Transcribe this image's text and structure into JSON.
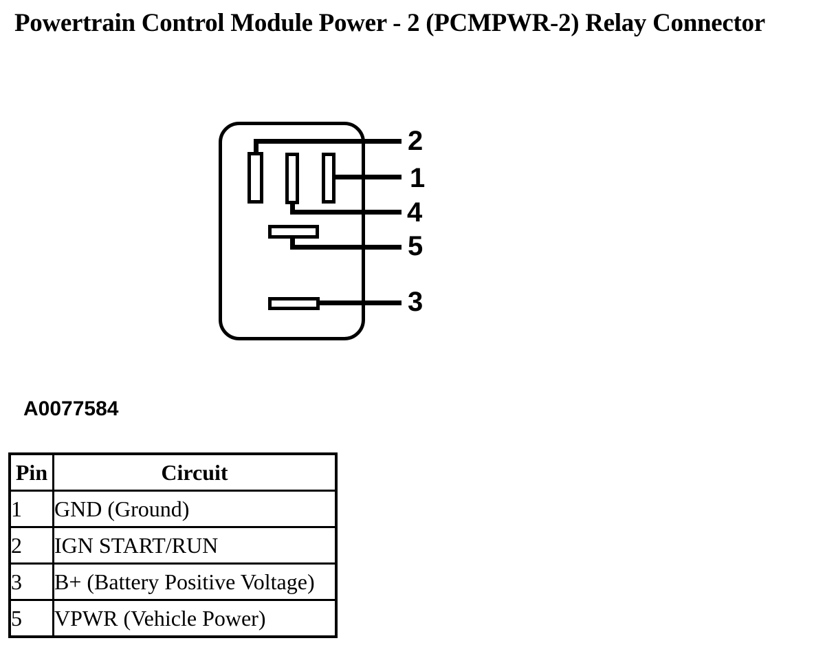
{
  "page": {
    "title": "Powertrain Control Module Power - 2 (PCMPWR-2) Relay Connector",
    "figure_label": "A0077584",
    "colors": {
      "foreground": "#000000",
      "background": "#ffffff"
    }
  },
  "diagram": {
    "pin_labels": [
      "2",
      "1",
      "4",
      "5",
      "3"
    ]
  },
  "pin_table": {
    "headers": [
      "Pin",
      "Circuit"
    ],
    "rows": [
      {
        "pin": "1",
        "circuit": "GND (Ground)"
      },
      {
        "pin": "2",
        "circuit": "IGN START/RUN"
      },
      {
        "pin": "3",
        "circuit": "B+ (Battery Positive Voltage)"
      },
      {
        "pin": "5",
        "circuit": "VPWR (Vehicle Power)"
      }
    ]
  }
}
